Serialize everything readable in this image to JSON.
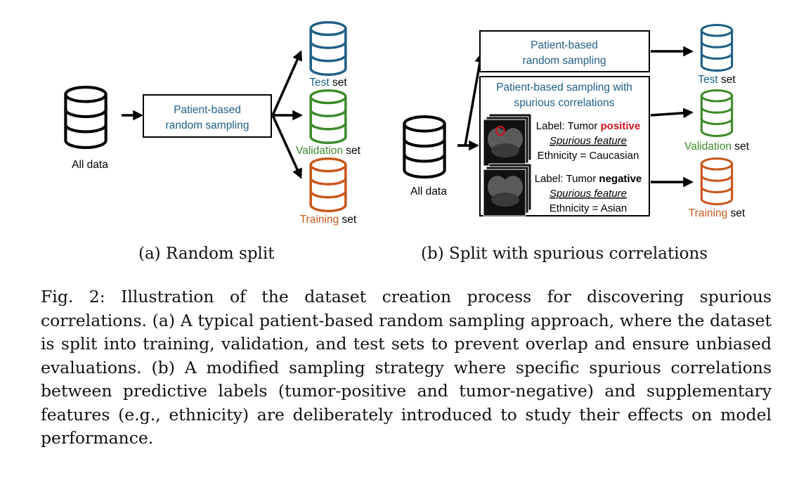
{
  "colors": {
    "blue": "#1f5f86",
    "green": "#3d8a2a",
    "orange": "#c8571b",
    "red": "#d0121b",
    "black": "#000000"
  },
  "panel_a": {
    "all_data_label": "All data",
    "box_line1": "Patient-based",
    "box_line2": "random sampling",
    "test": {
      "colored": "Test",
      "rest": " set"
    },
    "validation": {
      "colored": "Validation",
      "rest": " set"
    },
    "training": {
      "colored": "Training",
      "rest": " set"
    },
    "caption": "(a) Random split"
  },
  "panel_b": {
    "all_data_label": "All data",
    "top_box_line1": "Patient-based",
    "top_box_line2": "random sampling",
    "big_box_line1": "Patient-based sampling with",
    "big_box_line2": "spurious correlations",
    "pos_label_prefix": "Label: Tumor ",
    "pos_label_bold": "positive",
    "pos_spurious": "Spurious feature",
    "pos_ethnicity": "Ethnicity = Caucasian",
    "neg_label_prefix": "Label: Tumor ",
    "neg_label_bold": "negative",
    "neg_spurious": "Spurious feature",
    "neg_ethnicity": "Ethnicity = Asian",
    "test": {
      "colored": "Test",
      "rest": " set"
    },
    "validation": {
      "colored": "Validation",
      "rest": " set"
    },
    "training": {
      "colored": "Training",
      "rest": " set"
    },
    "caption": "(b) Split with spurious correlations"
  },
  "figure_caption": "Fig. 2: Illustration of the dataset creation process for discovering spurious correlations. (a) A typical patient-based random sampling approach, where the dataset is split into training, validation, and test sets to prevent overlap and ensure unbiased evaluations. (b) A modified sampling strategy where specific spurious correlations between predictive labels (tumor-positive and tumor-negative) and supplementary features (e.g., ethnicity) are deliberately introduced to study their effects on model performance."
}
